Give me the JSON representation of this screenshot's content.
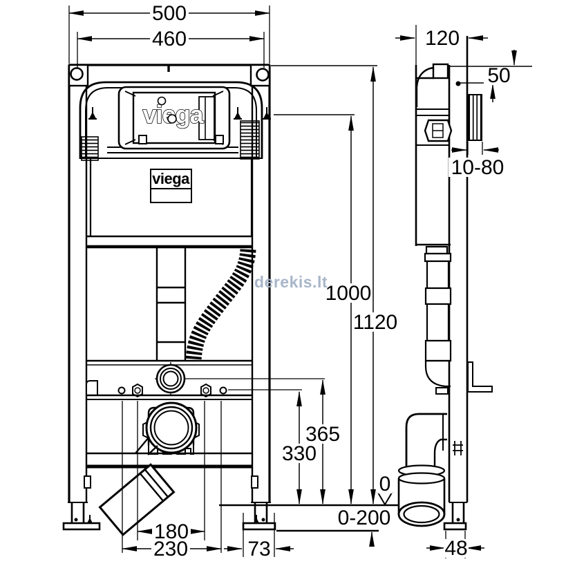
{
  "watermark": {
    "text": "derekis.lt",
    "color": "#a8b6ca"
  },
  "branding": {
    "flush_window_logo": "viega",
    "tank_label": "viega"
  },
  "colors": {
    "line": "#000000",
    "background": "#ffffff"
  },
  "front_view": {
    "dims": {
      "overall_width": "500",
      "anchor_spacing": "460",
      "flush_plate_center_height": "1000",
      "frame_height": "1120",
      "water_supply_height": "365",
      "fixing_height": "330",
      "outlet_spacing_inner": "180",
      "outlet_spacing_outer": "230",
      "foot_plate_width": "73",
      "floor_level": "0",
      "floor_adjustment": "0-200"
    }
  },
  "side_view": {
    "dims": {
      "frame_depth": "120",
      "top_offset": "50",
      "wall_clearance": "10-80",
      "foot_depth": "48"
    }
  }
}
